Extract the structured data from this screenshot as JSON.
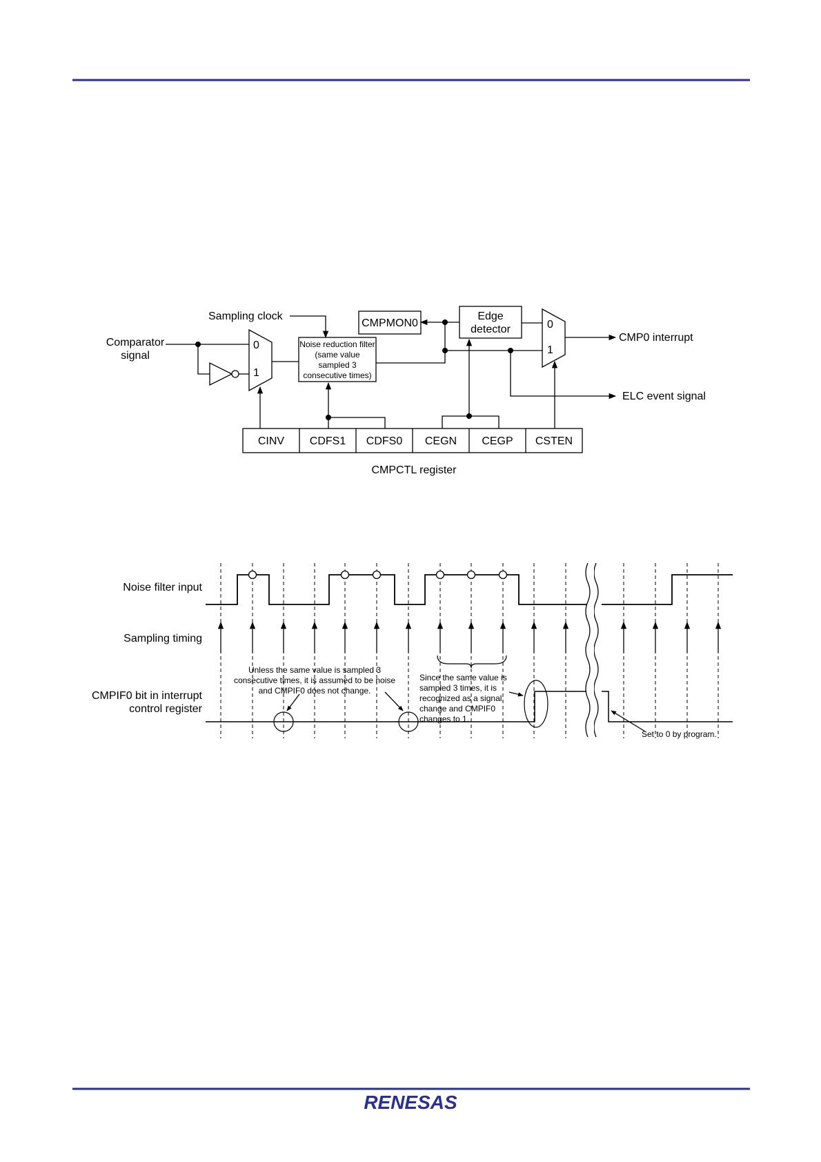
{
  "colors": {
    "header_rule": "#2b2f8f",
    "logo": "#2b2f8f",
    "ink": "#000000"
  },
  "block_diagram": {
    "sampling_clock": "Sampling clock",
    "comparator_signal": [
      "Comparator",
      "signal"
    ],
    "mux1_inputs": [
      "0",
      "1"
    ],
    "filter": [
      "Noise reduction filter",
      "(same value",
      "sampled 3",
      "consecutive times)"
    ],
    "cmpmon": "CMPMON0",
    "edge_detector": [
      "Edge",
      "detector"
    ],
    "mux2_inputs": [
      "0",
      "1"
    ],
    "cmp_interrupt": "CMP0 interrupt",
    "elc_event": "ELC event signal",
    "register_fields": [
      "CINV",
      "CDFS1",
      "CDFS0",
      "CEGN",
      "CEGP",
      "CSTEN"
    ],
    "register_name": "CMPCTL register"
  },
  "timing_diagram": {
    "noise_filter_input": "Noise filter input",
    "sampling_timing": "Sampling timing",
    "cmpif_label": [
      "CMPIF0 bit in interrupt",
      "control register"
    ],
    "note_noise": [
      "Unless the same value is sampled 3",
      "consecutive times, it is assumed to be noise",
      "and CMPIF0 does not change."
    ],
    "note_signal": [
      "Since the same value is",
      "sampled 3 times, it is",
      "recognized as a signal",
      "change and CMPIF0",
      "changes to 1."
    ],
    "note_clear": "Set to 0 by program."
  },
  "footer": {
    "logo_text": "RENESAS"
  }
}
